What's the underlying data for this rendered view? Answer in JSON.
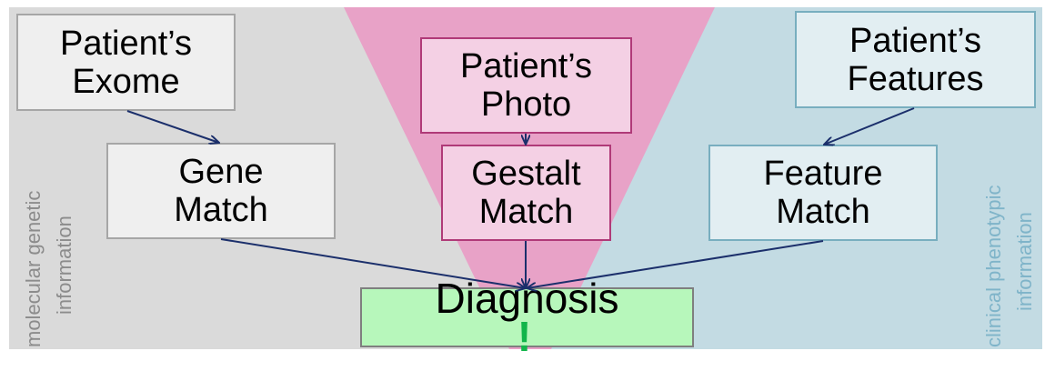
{
  "diagram": {
    "colors": {
      "molecular_bg": "#dadada",
      "clinical_bg": "#c3dbe3",
      "funnel": "#e8a2c7",
      "arrow": "#1b2f6b",
      "exclamation": "#12b54a"
    },
    "nodes": {
      "exome": {
        "line1": "Patient’s",
        "line2": "Exome"
      },
      "photo": {
        "line1": "Patient’s",
        "line2": "Photo"
      },
      "features": {
        "line1": "Patient’s",
        "line2": "Features"
      },
      "gene_match": {
        "line1": "Gene",
        "line2": "Match"
      },
      "gestalt_match": {
        "line1": "Gestalt",
        "line2": "Match"
      },
      "feature_match": {
        "line1": "Feature",
        "line2": "Match"
      },
      "diagnosis": {
        "label": "Diagnosis",
        "suffix": "!"
      }
    },
    "side_labels": {
      "left": {
        "line1": "molecular genetic",
        "line2": "information"
      },
      "right": {
        "line1": "clinical phenotypic",
        "line2": "information"
      }
    },
    "edges": [
      {
        "from": "exome",
        "to": "gene_match"
      },
      {
        "from": "photo",
        "to": "gestalt_match"
      },
      {
        "from": "features",
        "to": "feature_match"
      },
      {
        "from": "gene_match",
        "to": "diagnosis"
      },
      {
        "from": "gestalt_match",
        "to": "diagnosis"
      },
      {
        "from": "feature_match",
        "to": "diagnosis"
      }
    ]
  }
}
